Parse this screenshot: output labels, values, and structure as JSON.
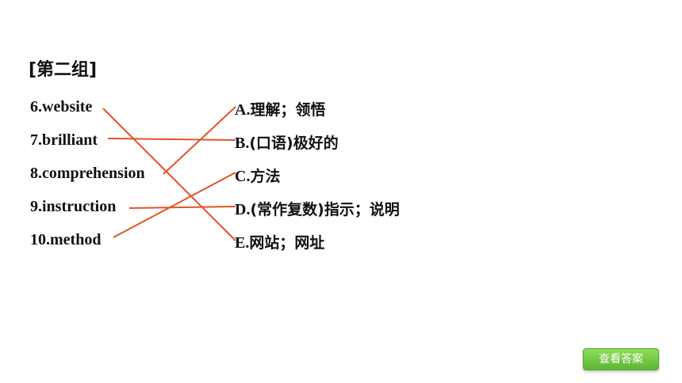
{
  "group_title": "[第二组]",
  "terms": [
    {
      "label": "6.website"
    },
    {
      "label": "7.brilliant"
    },
    {
      "label": "8.comprehension"
    },
    {
      "label": "9.instruction"
    },
    {
      "label": "10.method"
    }
  ],
  "meanings": [
    {
      "letter": "A.",
      "text": "理解；领悟"
    },
    {
      "letter": "B.",
      "text": "(口语)极好的"
    },
    {
      "letter": "C.",
      "text": "方法"
    },
    {
      "letter": "D.",
      "text": "(常作复数)指示；说明"
    },
    {
      "letter": "E.",
      "text": "网站；网址"
    }
  ],
  "matches": [
    {
      "term": "6.website",
      "meaning": "E."
    },
    {
      "term": "7.brilliant",
      "meaning": "B."
    },
    {
      "term": "8.comprehension",
      "meaning": "A."
    },
    {
      "term": "9.instruction",
      "meaning": "D."
    },
    {
      "term": "10.method",
      "meaning": "C."
    }
  ],
  "colors": {
    "link_line": "#e2522a",
    "button": "#6cc23c"
  },
  "answer_button": "查看答案"
}
